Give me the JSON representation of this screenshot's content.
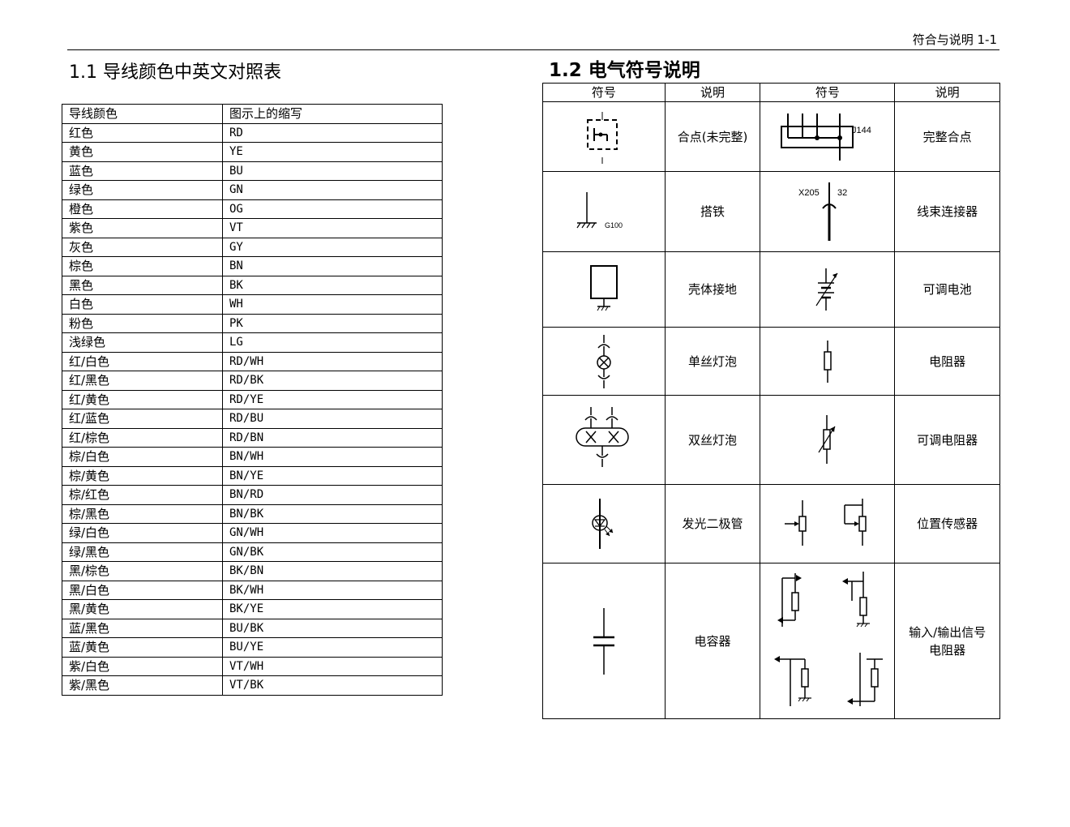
{
  "header": {
    "page_label": "符合与说明 1-1"
  },
  "section1": {
    "title": "1.1 导线颜色中英文对照表",
    "columns": [
      "导线颜色",
      "图示上的缩写"
    ],
    "rows": [
      [
        "红色",
        "RD"
      ],
      [
        "黄色",
        "YE"
      ],
      [
        "蓝色",
        "BU"
      ],
      [
        "绿色",
        "GN"
      ],
      [
        "橙色",
        "OG"
      ],
      [
        "紫色",
        "VT"
      ],
      [
        "灰色",
        "GY"
      ],
      [
        "棕色",
        "BN"
      ],
      [
        "黑色",
        "BK"
      ],
      [
        "白色",
        "WH"
      ],
      [
        "粉色",
        "PK"
      ],
      [
        "浅绿色",
        "LG"
      ],
      [
        "红/白色",
        "RD/WH"
      ],
      [
        "红/黑色",
        "RD/BK"
      ],
      [
        "红/黄色",
        "RD/YE"
      ],
      [
        "红/蓝色",
        "RD/BU"
      ],
      [
        "红/棕色",
        "RD/BN"
      ],
      [
        "棕/白色",
        "BN/WH"
      ],
      [
        "棕/黄色",
        "BN/YE"
      ],
      [
        "棕/红色",
        "BN/RD"
      ],
      [
        "棕/黑色",
        "BN/BK"
      ],
      [
        "绿/白色",
        "GN/WH"
      ],
      [
        "绿/黑色",
        "GN/BK"
      ],
      [
        "黑/棕色",
        "BK/BN"
      ],
      [
        "黑/白色",
        "BK/WH"
      ],
      [
        "黑/黄色",
        "BK/YE"
      ],
      [
        "蓝/黑色",
        "BU/BK"
      ],
      [
        "蓝/黄色",
        "BU/YE"
      ],
      [
        "紫/白色",
        "VT/WH"
      ],
      [
        "紫/黑色",
        "VT/BK"
      ]
    ]
  },
  "section2": {
    "title": "1.2 电气符号说明",
    "headers": [
      "符号",
      "说明",
      "符号",
      "说明"
    ],
    "rows": [
      {
        "left_icon": "partial-contact-icon",
        "left_desc": "合点(未完整)",
        "right_icon": "complete-contact-icon",
        "right_label": "J144",
        "right_desc": "完整合点"
      },
      {
        "left_icon": "ground-icon",
        "left_label": "G100",
        "left_desc": "搭铁",
        "right_icon": "harness-connector-icon",
        "right_label_a": "X205",
        "right_label_b": "32",
        "right_desc": "线束连接器"
      },
      {
        "left_icon": "case-ground-icon",
        "left_desc": "壳体接地",
        "right_icon": "variable-battery-icon",
        "right_desc": "可调电池"
      },
      {
        "left_icon": "single-filament-bulb-icon",
        "left_desc": "单丝灯泡",
        "right_icon": "resistor-icon",
        "right_desc": "电阻器"
      },
      {
        "left_icon": "dual-filament-bulb-icon",
        "left_desc": "双丝灯泡",
        "right_icon": "variable-resistor-icon",
        "right_desc": "可调电阻器"
      },
      {
        "left_icon": "led-icon",
        "left_desc": "发光二极管",
        "right_icon": "position-sensor-icon",
        "right_desc": "位置传感器"
      },
      {
        "left_icon": "capacitor-icon",
        "left_desc": "电容器",
        "right_icon": "io-signal-resistor-icon",
        "right_desc": "输入/输出信号电阻器"
      }
    ]
  }
}
